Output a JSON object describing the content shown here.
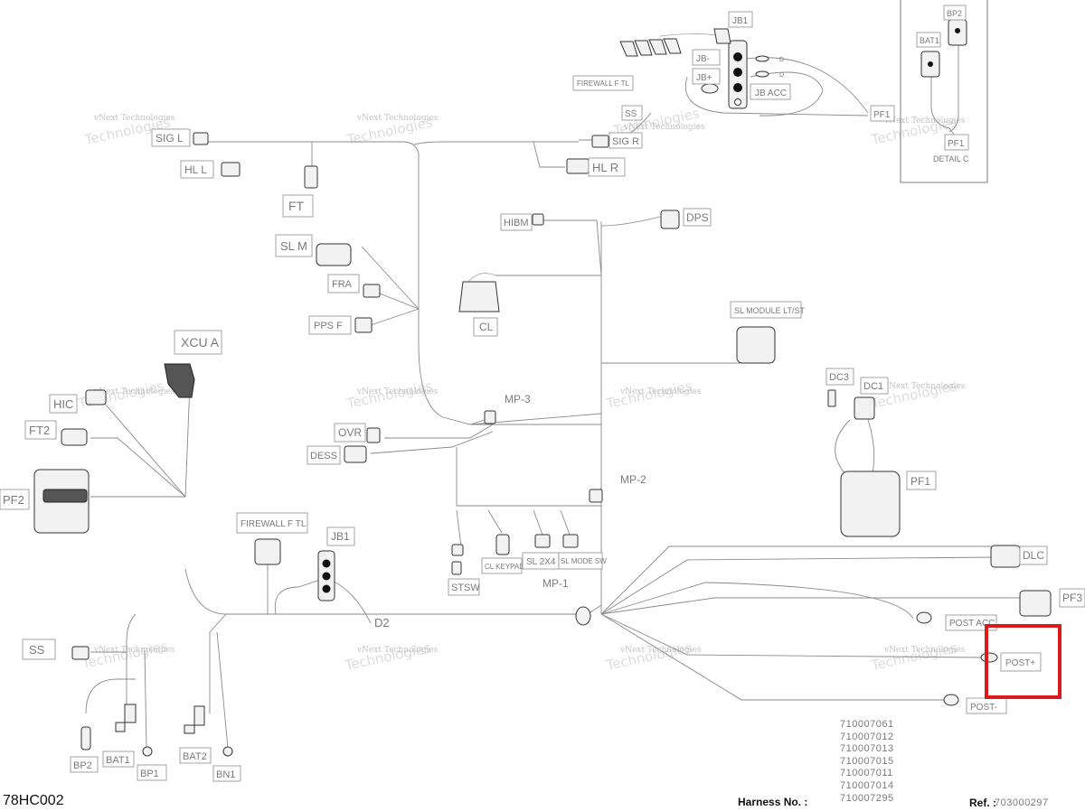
{
  "diagram_code": "78HC002",
  "harness_label": "Harness No. :",
  "harness_numbers": [
    "710007061",
    "710007012",
    "710007013",
    "710007015",
    "710007011",
    "710007014",
    "710007295"
  ],
  "ref_label": "Ref. :",
  "ref_value": "703000297",
  "watermark": {
    "company": "vNext Technologies",
    "word1": "vNext",
    "word2": "Technologies"
  },
  "detail_label": "DETAIL C",
  "highlight_color": "#dd1a1a",
  "labels": {
    "jb1_top": "JB1",
    "jb_minus": "JB-",
    "jb_plus": "JB+",
    "jb_acc": "JB ACC",
    "firewall_top": "FIREWALL F TL",
    "ss_top": "SS",
    "pf1_top": "PF1",
    "bat1_top": "BAT1",
    "bp2_top": "BP2",
    "pf1_detail": "PF1",
    "d1": "D",
    "d2": "D",
    "sig_l": "SIG L",
    "hl_l": "HL L",
    "ft": "FT",
    "sig_r": "SIG R",
    "hl_r": "HL R",
    "hibm": "HIBM",
    "dps": "DPS",
    "sl_m": "SL M",
    "fra": "FRA",
    "pps_f": "PPS F",
    "cl": "CL",
    "sl_module": "SL MODULE LT/ST",
    "xcu_a": "XCU A",
    "hic": "HIC",
    "ft2": "FT2",
    "pf2": "PF2",
    "mp3": "MP-3",
    "ovr": "OVR",
    "dess": "DESS",
    "mp2": "MP-2",
    "dc3": "DC3",
    "dc1": "DC1",
    "pf1_mid": "PF1",
    "firewall_bottom": "FIREWALL F TL",
    "jb1_bottom": "JB1",
    "stsw": "STSW",
    "cl_keypad": "CL KEYPAD",
    "sl_2x4": "SL 2X4",
    "sl_mode_sw": "SL MODE SW",
    "mp1": "MP-1",
    "dlc": "DLC",
    "pf3": "PF3",
    "d2_bottom": "D2",
    "ss_bottom": "SS",
    "post_acc": "POST ACC",
    "post_plus": "POST+",
    "post_minus": "POST-",
    "bp2_bottom": "BP2",
    "bat1_bottom": "BAT1",
    "bp1": "BP1",
    "bat2": "BAT2",
    "bn1": "BN1"
  }
}
